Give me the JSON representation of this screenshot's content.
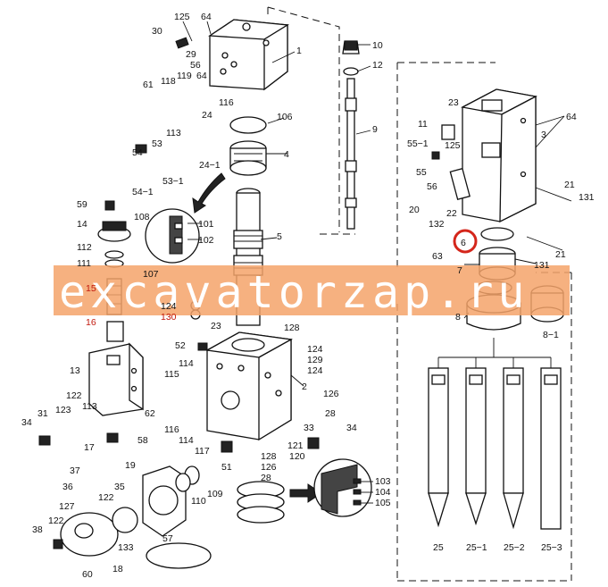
{
  "watermark": {
    "text": "excavatorzap.ru",
    "band_color": "#f5a36a",
    "text_color": "#ffffff"
  },
  "highlight": {
    "label": "6",
    "ring_color": "#d4261b"
  },
  "colors": {
    "line": "#111111",
    "red_label": "#c21a0e"
  },
  "labels": {
    "l125": "125",
    "l64a": "64",
    "l30": "30",
    "l29": "29",
    "l56": "56",
    "l1191": "1",
    "l564": "56",
    "l119": "119",
    "l64b": "64",
    "l118": "118",
    "l116": "116",
    "l61": "61",
    "l24": "24",
    "l113": "113",
    "l53": "53",
    "l54": "54",
    "l531": "53−1",
    "l541": "54−1",
    "l241": "24−1",
    "l106": "106",
    "l4": "4",
    "l1": "1",
    "l10": "10",
    "l12": "12",
    "l9": "9",
    "l108": "108",
    "l101": "101",
    "l102": "102",
    "l107": "107",
    "l59": "59",
    "l14": "14",
    "l112": "112",
    "l111": "111",
    "l15": "15",
    "l16": "16",
    "l5": "5",
    "l124a": "124",
    "l130": "130",
    "l23a": "23",
    "l128a": "128",
    "l52": "52",
    "l124b": "124",
    "l129": "129",
    "l124c": "124",
    "l114a": "114",
    "l115": "115",
    "l2": "2",
    "l126a": "126",
    "l28a": "28",
    "l13": "13",
    "l122a": "122",
    "l62": "62",
    "l116b": "116",
    "l114b": "114",
    "l117": "117",
    "l33": "33",
    "l121": "121",
    "l34b": "34",
    "l120": "120",
    "l34a": "34",
    "l31": "31",
    "l123": "123",
    "l113b": "113",
    "l17": "17",
    "l58": "58",
    "l51": "51",
    "l128b": "128",
    "l126b": "126",
    "l28b": "28",
    "l110": "110",
    "l109": "109",
    "l103": "103",
    "l104": "104",
    "l105": "105",
    "l37": "37",
    "l36": "36",
    "l122b": "122",
    "l127": "127",
    "l35": "35",
    "l19": "19",
    "l38": "38",
    "l122c": "122",
    "l57": "57",
    "l133": "133",
    "l18": "18",
    "l60": "60",
    "l23b": "23",
    "l64c": "64",
    "l11": "11",
    "l125b": "125",
    "l3": "3",
    "l551": "55−1",
    "l55": "55",
    "l56b": "56",
    "l21a": "21",
    "l131a": "131",
    "l20": "20",
    "l22": "22",
    "l132": "132",
    "l6": "6",
    "l63": "63",
    "l7": "7",
    "l21b": "21",
    "l131b": "131",
    "l8": "8",
    "l81": "8−1",
    "l25": "25",
    "l251": "25−1",
    "l252": "25−2",
    "l253": "25−3"
  }
}
